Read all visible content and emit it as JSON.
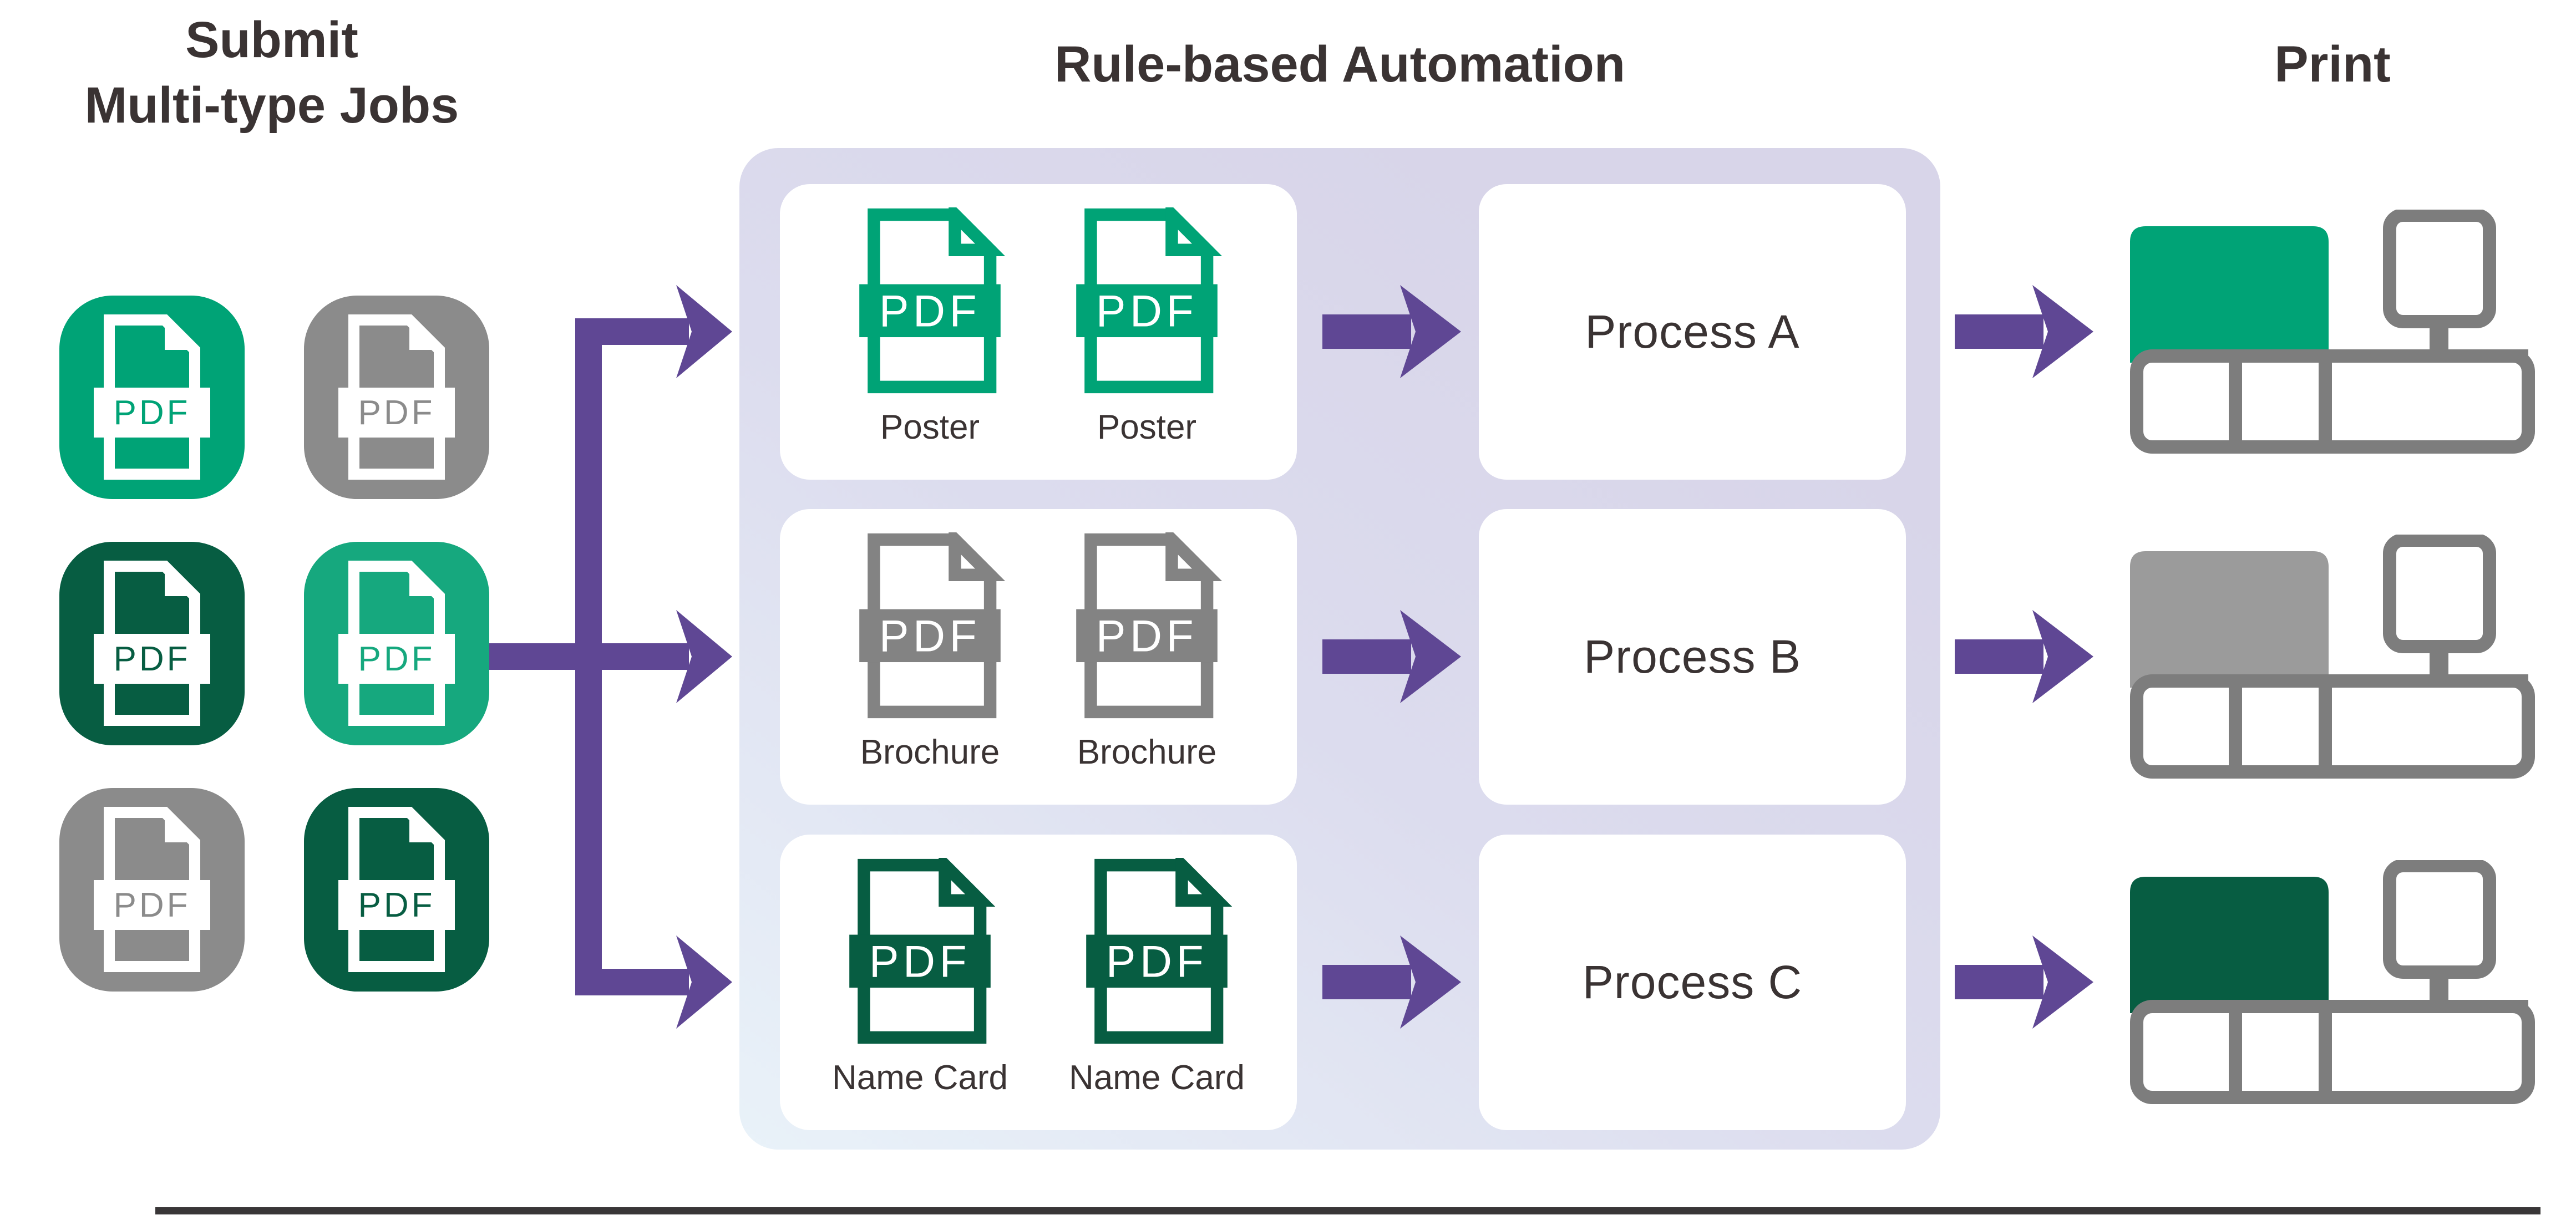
{
  "pdf_label": "PDF",
  "colors": {
    "green": "#00a376",
    "green_light": "#16a87e",
    "dark_green": "#075d42",
    "gray": "#8b8b8b",
    "gray_medium": "#838383",
    "gray_light": "#9b9b9b",
    "printer_outline": "#7d7d7d",
    "purple": "#5f4794",
    "text_dark": "#3a3333",
    "panel_gradient_top": "#d8d5e9",
    "panel_gradient_bottom": "#e9f2f9",
    "bottom_line": "#242021"
  },
  "left_panel": {
    "title_line1": "Submit",
    "title_line2": "Multi-type Jobs",
    "tiles": [
      {
        "color": "green"
      },
      {
        "color": "gray"
      },
      {
        "color": "dark_green"
      },
      {
        "color": "green_light"
      },
      {
        "color": "gray"
      },
      {
        "color": "dark_green"
      }
    ]
  },
  "automation": {
    "title": "Rule-based Automation",
    "groups": [
      {
        "label": "Poster",
        "color": "green"
      },
      {
        "label": "Brochure",
        "color": "gray_medium"
      },
      {
        "label": "Name Card",
        "color": "dark_green"
      }
    ]
  },
  "process": {
    "boxes": [
      {
        "label": "Process A"
      },
      {
        "label": "Process B"
      },
      {
        "label": "Process C"
      }
    ]
  },
  "print_panel": {
    "title": "Print",
    "printers": [
      {
        "color": "green"
      },
      {
        "color": "gray_light"
      },
      {
        "color": "dark_green"
      }
    ]
  }
}
